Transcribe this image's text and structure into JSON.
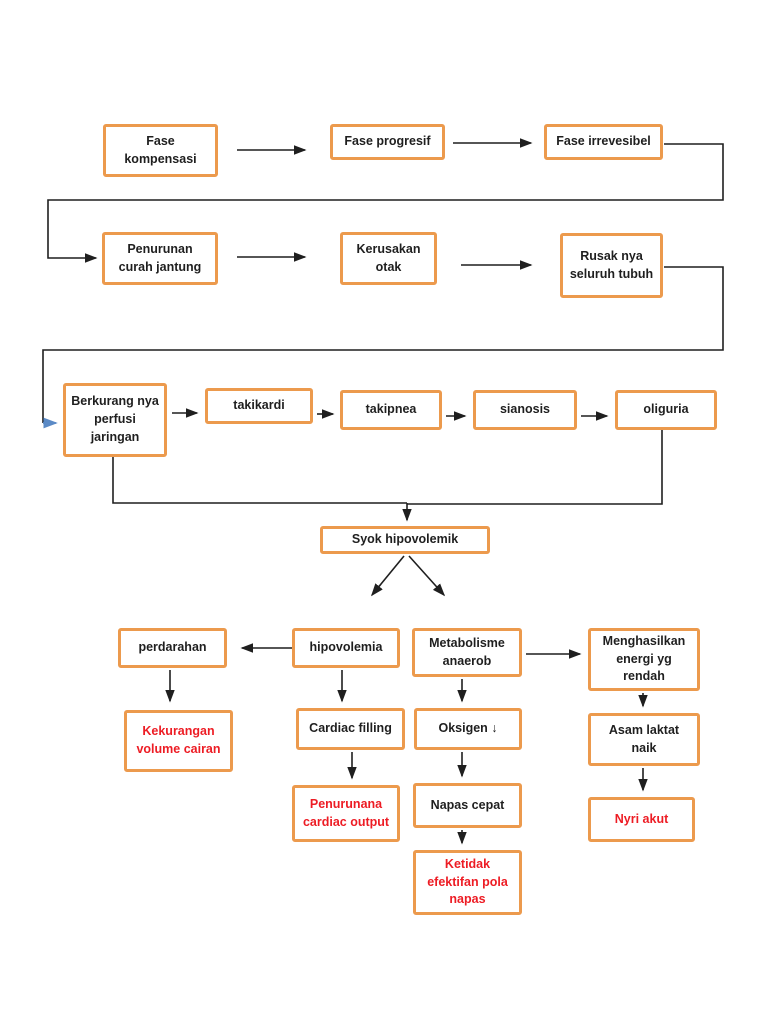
{
  "title": "Pathway flowchart: Syok hipovolemik",
  "colors": {
    "box_border": "#EC9A4D",
    "text_black": "#1f1f1f",
    "text_red": "#ED1C24",
    "arrow": "#1f1f1f",
    "arrow_blue": "#5B8AC6"
  },
  "nodes": {
    "fase_kompensasi": "Fase kompensasi",
    "fase_progresif": "Fase progresif",
    "fase_irrevesibel": "Fase irrevesibel",
    "penurunan_curah_jantung": "Penurunan curah jantung",
    "kerusakan_otak": "Kerusakan otak",
    "rusak_nya_seluruh_tubuh": "Rusak nya seluruh tubuh",
    "berkurang_nya_perfusi_jaringan": "Berkurang nya perfusi jaringan",
    "takikardi": "takikardi",
    "takipnea": "takipnea",
    "sianosis": "sianosis",
    "oliguria": "oliguria",
    "syok_hipovolemik": "Syok hipovolemik",
    "perdarahan": "perdarahan",
    "hipovolemia": "hipovolemia",
    "metabolisme_anaerob": "Metabolisme anaerob",
    "menghasilkan_energi_yg_rendah": "Menghasilkan energi yg rendah",
    "kekurangan_volume_cairan": "Kekurangan volume cairan",
    "cardiac_filling": "Cardiac filling",
    "oksigen": "Oksigen ↓",
    "asam_laktat_naik": "Asam laktat naik",
    "penurunana_cardiac_output": "Penurunana cardiac output",
    "napas_cepat": "Napas cepat",
    "nyri_akut": "Nyri akut",
    "ketidak_efektifan_pola_napas": "Ketidak efektifan pola napas"
  }
}
